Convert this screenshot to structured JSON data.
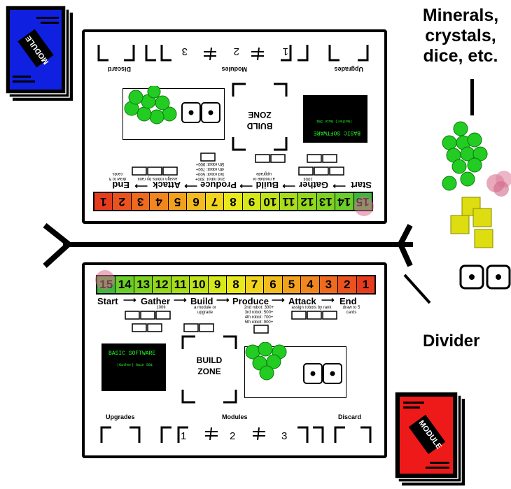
{
  "callouts": {
    "components": "Minerals, crystals, dice, etc.",
    "divider": "Divider"
  },
  "card": {
    "label": "MODULE",
    "top_color": "#1020e0",
    "bottom_color": "#ee1a1a"
  },
  "board": {
    "track_numbers": [
      "15",
      "14",
      "13",
      "12",
      "11",
      "10",
      "9",
      "8",
      "7",
      "6",
      "5",
      "4",
      "3",
      "2",
      "1"
    ],
    "track_colors": [
      "#3cb83c",
      "#6acd2a",
      "#7ed321",
      "#94d81c",
      "#a8dd1a",
      "#c0e31a",
      "#d6e81a",
      "#e8e81c",
      "#f0d41e",
      "#f2bc1e",
      "#f2a11e",
      "#f2861e",
      "#ee6a1e",
      "#ea521e",
      "#e63c1e"
    ],
    "phases": {
      "start": "Start",
      "gather": "Gather",
      "build": "Build",
      "produce": "Produce",
      "attack": "Attack",
      "end": "End"
    },
    "arrow": "⟶",
    "gather_note": "100¢",
    "build_note": "a module or upgrade",
    "produce_note": [
      "2nd robot: 300+",
      "3rd robot: 500+",
      "4th robot: 700+",
      "5th robot: 900+"
    ],
    "attack_note": "assign robots by rank",
    "end_note": "draw to 5 cards",
    "software_title": "BASIC SOFTWARE",
    "software_sub": "(Gather) Gain 50¢",
    "build_zone": "BUILD ZONE",
    "upgrades": "Upgrades",
    "modules": "Modules",
    "discard": "Discard",
    "slot_numbers": [
      "1",
      "2",
      "3"
    ],
    "die_face": "•"
  },
  "colors": {
    "crystal_green": "#22cc22",
    "mineral_yellow": "#dddd10",
    "marker_pink": "#d97090"
  }
}
